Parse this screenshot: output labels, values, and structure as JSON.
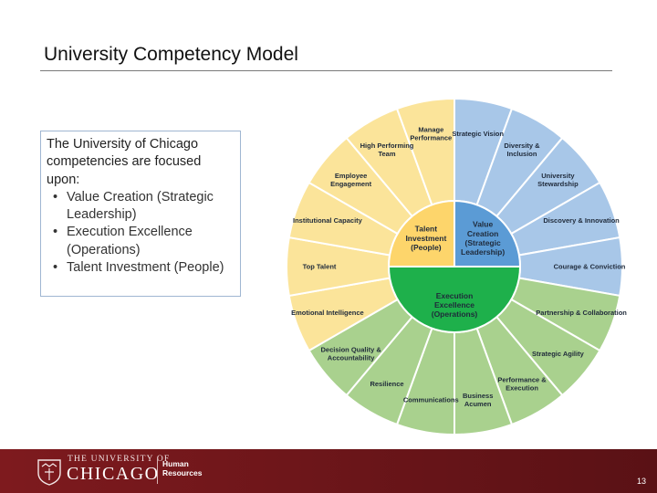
{
  "slide": {
    "title": "University Competency Model",
    "intro": "The University of Chicago competencies are focused upon:",
    "bullets": [
      "Value Creation (Strategic Leadership)",
      "Execution Excellence (Operations)",
      "Talent Investment (People)"
    ],
    "page_number": "13"
  },
  "footer": {
    "university_line1": "THE UNIVERSITY OF",
    "university_line2": "CHICAGO",
    "dept_line1": "Human",
    "dept_line2": "Resources"
  },
  "wheel": {
    "colors": {
      "people_outer": "#fbe49a",
      "people_inner": "#fdd56b",
      "strategy_outer": "#a8c7e8",
      "strategy_inner": "#5b9bd5",
      "operations_outer": "#a9d18e",
      "operations_inner": "#1eb04b",
      "separator": "#ffffff"
    },
    "groups": [
      {
        "id": "people",
        "label": [
          "Talent",
          "Investment",
          "(People)"
        ],
        "start": 270,
        "end": 360
      },
      {
        "id": "strategy",
        "label": [
          "Value",
          "Creation",
          "(Strategic",
          "Leadership)"
        ],
        "start": 0,
        "end": 90
      },
      {
        "id": "operations",
        "label": [
          "Execution",
          "Excellence",
          "(Operations)"
        ],
        "start": 90,
        "end": 270
      }
    ],
    "segments": [
      {
        "group": "strategy",
        "label": [
          "Strategic Vision"
        ]
      },
      {
        "group": "strategy",
        "label": [
          "Diversity &",
          "Inclusion"
        ]
      },
      {
        "group": "strategy",
        "label": [
          "University",
          "Stewardship"
        ]
      },
      {
        "group": "strategy",
        "label": [
          "Discovery & Innovation"
        ]
      },
      {
        "group": "strategy",
        "label": [
          "Courage & Conviction"
        ]
      },
      {
        "group": "operations",
        "label": [
          "Partnership & Collaboration"
        ]
      },
      {
        "group": "operations",
        "label": [
          "Strategic Agility"
        ]
      },
      {
        "group": "operations",
        "label": [
          "Performance &",
          "Execution"
        ]
      },
      {
        "group": "operations",
        "label": [
          "Business",
          "Acumen"
        ]
      },
      {
        "group": "operations",
        "label": [
          "Communications"
        ]
      },
      {
        "group": "operations",
        "label": [
          "Resilience"
        ]
      },
      {
        "group": "operations",
        "label": [
          "Decision Quality &",
          "Accountability"
        ]
      },
      {
        "group": "people",
        "label": [
          "Emotional Intelligence"
        ]
      },
      {
        "group": "people",
        "label": [
          "Top Talent"
        ]
      },
      {
        "group": "people",
        "label": [
          "Institutional Capacity"
        ]
      },
      {
        "group": "people",
        "label": [
          "Employee",
          "Engagement"
        ]
      },
      {
        "group": "people",
        "label": [
          "High Performing",
          "Team"
        ]
      },
      {
        "group": "people",
        "label": [
          "Manage",
          "Performance"
        ]
      }
    ]
  }
}
